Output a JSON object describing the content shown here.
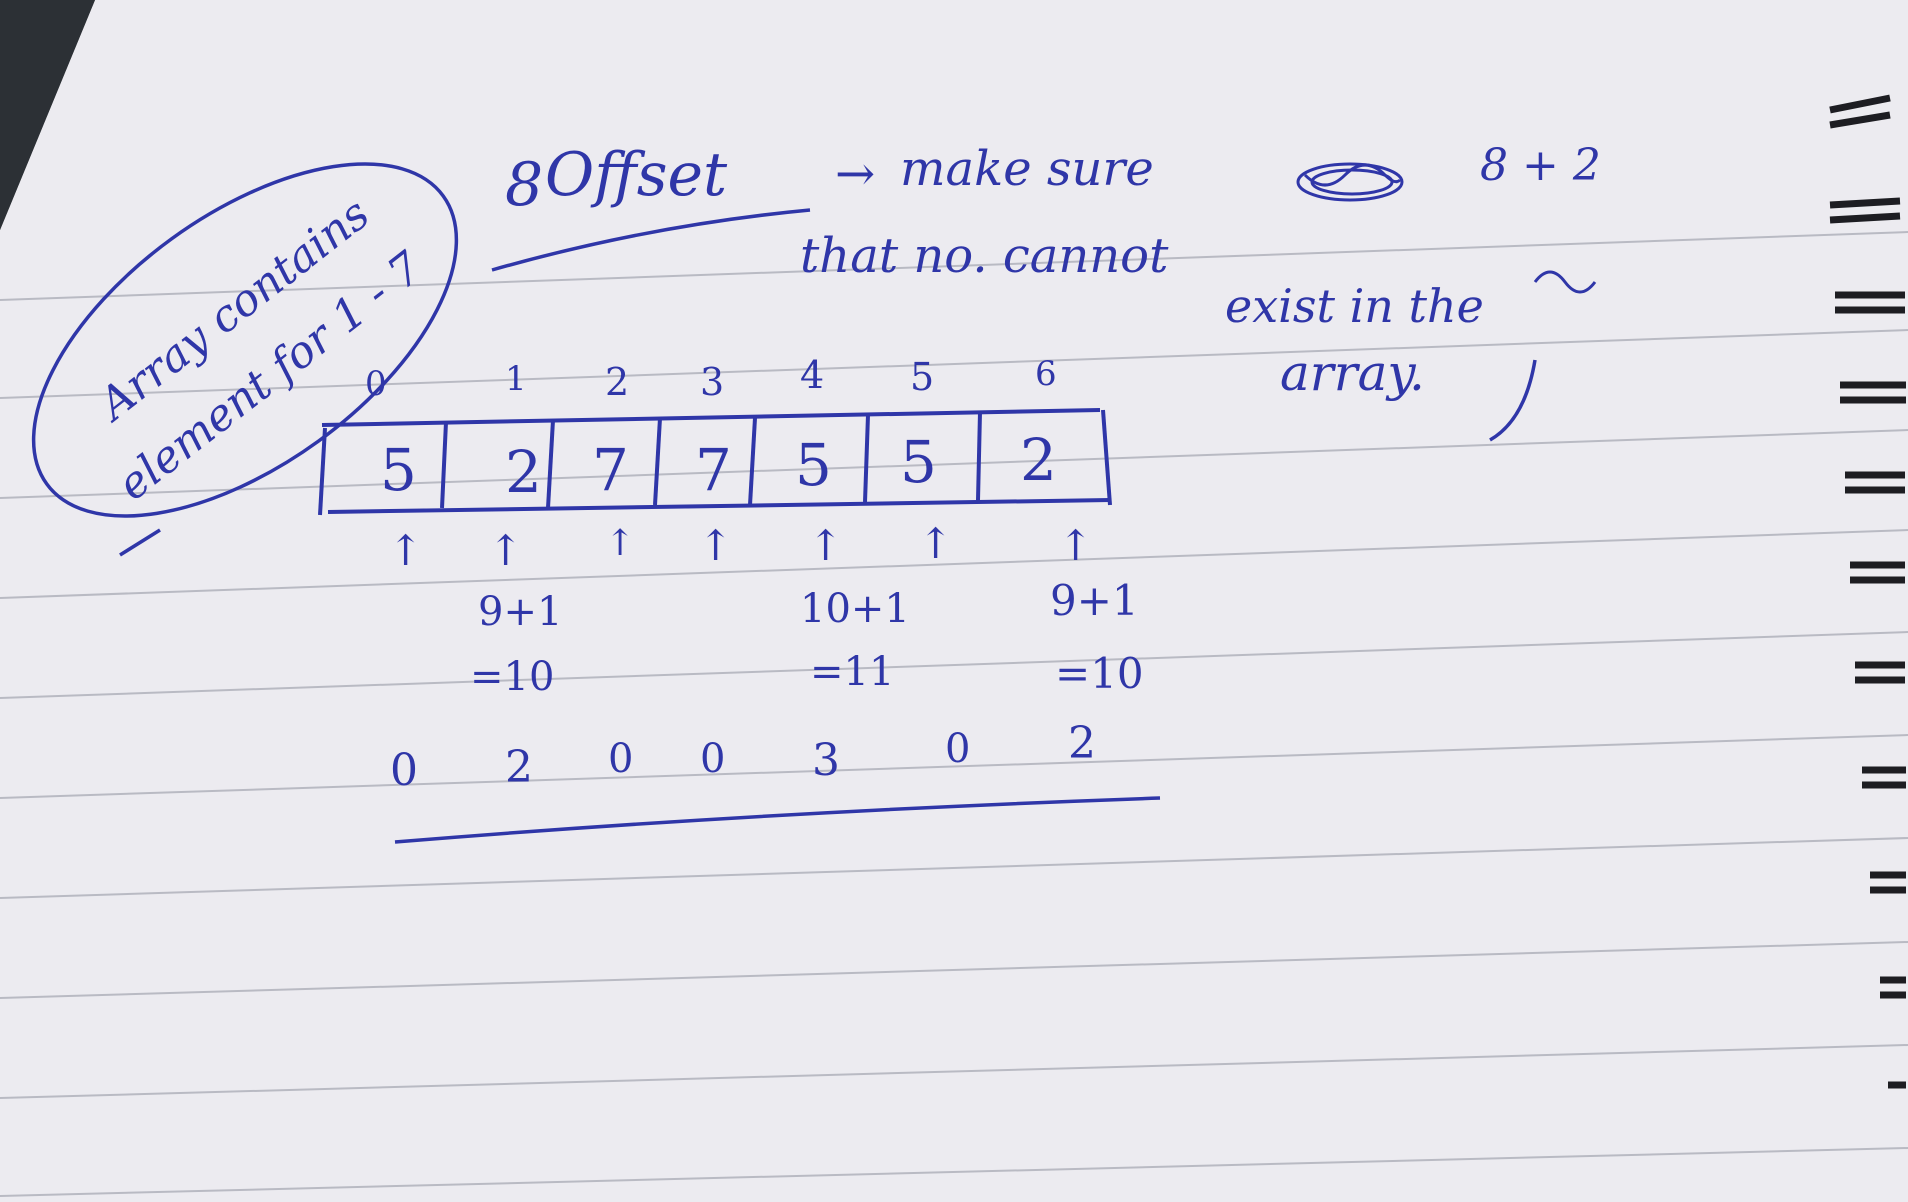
{
  "note": {
    "circled_note": {
      "line1": "Array contains",
      "line2": "element for 1 - 7"
    },
    "heading": {
      "word": "Offset",
      "prefix": "8",
      "arrow": "→",
      "text_line1": "make sure",
      "scribble_then": "8 + 2",
      "text_line2": "that no. cannot",
      "text_line3": "exist in the",
      "text_line4": "array."
    },
    "indices": [
      "0",
      "1",
      "2",
      "3",
      "4",
      "5",
      "6"
    ],
    "array_values": [
      "5",
      "2",
      "7",
      "7",
      "5",
      "5",
      "2"
    ],
    "arrow_glyph": "↑",
    "computations": [
      {
        "index": 1,
        "expr": "9+1",
        "result": "=10"
      },
      {
        "index": 4,
        "expr": "10+1",
        "result": "=11"
      },
      {
        "index": 6,
        "expr": "9+1",
        "result": "=10"
      }
    ],
    "counts": [
      "0",
      "2",
      "0",
      "0",
      "3",
      "0",
      "2"
    ]
  },
  "colors": {
    "ink": "#2f36a8",
    "paper": "#ecebf0",
    "rule": "#b9bac3",
    "background": "#3b3f44"
  }
}
